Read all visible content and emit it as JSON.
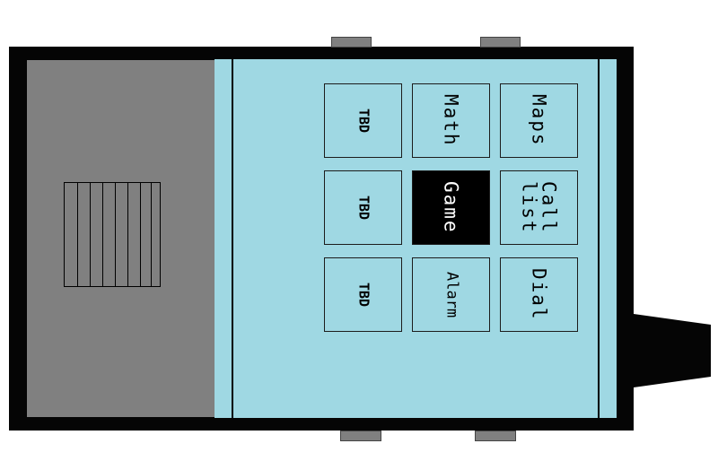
{
  "screen": {
    "apps": [
      {
        "label": "TBD"
      },
      {
        "label": "Math"
      },
      {
        "label": "Maps"
      },
      {
        "label": "TBD"
      },
      {
        "label": "Game"
      },
      {
        "label": "Call\nlist"
      },
      {
        "label": "TBD"
      },
      {
        "label": "Alarm"
      },
      {
        "label": "Dial"
      }
    ],
    "selected_app": "Game"
  },
  "colors": {
    "screen": "#9fd8e3",
    "frame": "#050505",
    "panel": "#808080",
    "selected_tile": "#000000"
  }
}
